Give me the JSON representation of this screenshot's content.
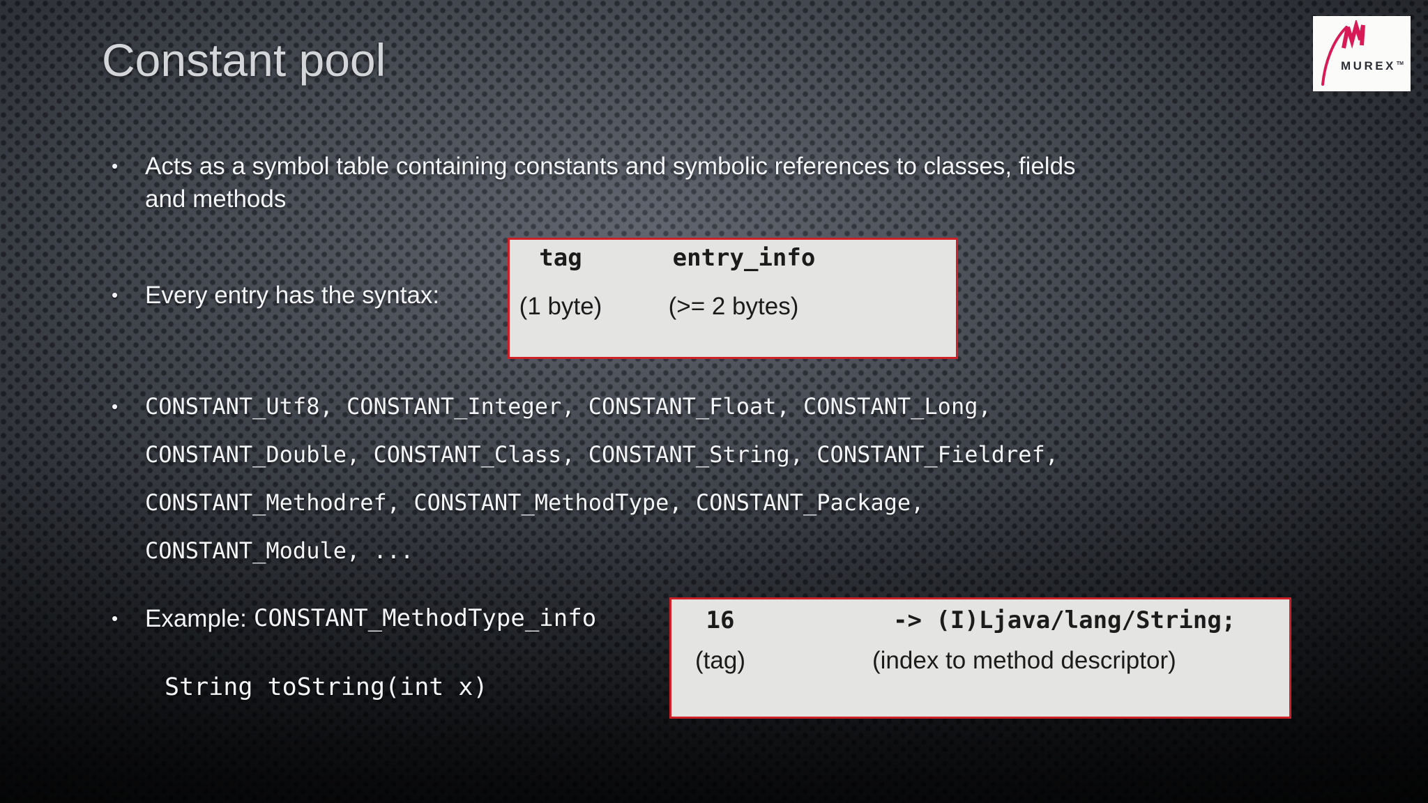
{
  "title": "Constant pool",
  "logo": {
    "brand": "MUREX",
    "tm": "TM"
  },
  "bullets": {
    "marker": "•",
    "b1": "Acts as a symbol table containing constants and symbolic references to classes, fields and methods",
    "b2": "Every entry has the syntax:"
  },
  "syntax_box": {
    "tag": "tag",
    "entry_info": "entry_info",
    "one_byte": "(1 byte)",
    "ge_two_bytes": "(>= 2 bytes)"
  },
  "constants": {
    "lines": [
      "CONSTANT_Utf8, CONSTANT_Integer, CONSTANT_Float, CONSTANT_Long,",
      "CONSTANT_Double, CONSTANT_Class, CONSTANT_String, CONSTANT_Fieldref,",
      "CONSTANT_Methodref, CONSTANT_MethodType, CONSTANT_Package,",
      "CONSTANT_Module, ..."
    ]
  },
  "example": {
    "label": "Example:",
    "code": "CONSTANT_MethodType_info",
    "signature": "String toString(int x)"
  },
  "example_box": {
    "tag_value": "16",
    "value": "-> (I)Ljava/lang/String;",
    "tag_label": "(tag)",
    "value_label": "(index to method descriptor)"
  },
  "colors": {
    "box_border": "#cd2127",
    "box_fill": "#e4e4e2",
    "brand_accent": "#d81b56",
    "background_base": "#41454d",
    "body_text": "#f3f4f5"
  }
}
